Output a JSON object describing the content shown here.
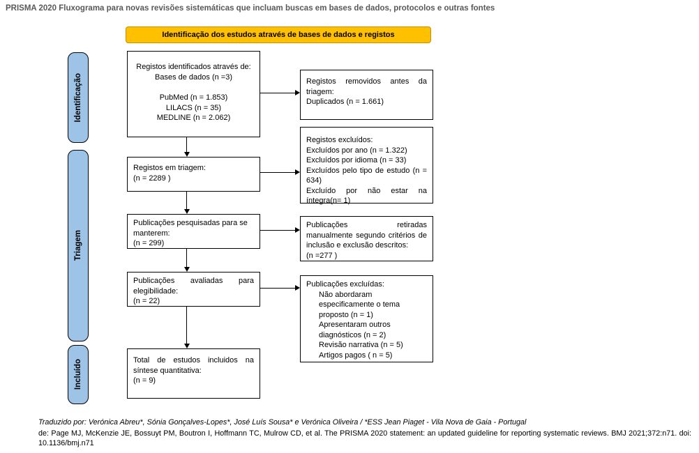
{
  "page": {
    "title": "PRISMA 2020 Fluxograma para novas revisões sistemáticas que incluam buscas em bases de dados, protocolos e outras fontes"
  },
  "colors": {
    "banner_bg": "#FFC000",
    "banner_border": "#BF9000",
    "phase_bg": "#9DC3E6"
  },
  "banner": {
    "label": "Identificação dos estudos através de bases de dados e registos"
  },
  "phases": [
    "Identificação",
    "Triagem",
    "Incluído"
  ],
  "flow": {
    "identification": {
      "line1": "Registos identificados através de:",
      "line2": "Bases de dados (n =3)",
      "line3": "PubMed (n = 1.853)",
      "line4": "LILACS (n = 35)",
      "line5": "MEDLINE (n = 2.062)"
    },
    "screening": {
      "line1": "Registos em triagem:",
      "line2": "(n = 2289 )"
    },
    "sought": {
      "line1": "Publicações pesquisadas para se manterem:",
      "line2": "(n = 299)"
    },
    "eligibility": {
      "line1": "Publicações avaliadas para elegibilidade:",
      "line2": "(n = 22)"
    },
    "included": {
      "line1": "Total de estudos incluidos na síntese quantitativa:",
      "line2": "(n = 9)"
    }
  },
  "exclusions": {
    "removed_before_screening": {
      "line1": "Registos removidos antes da triagem:",
      "line2": "Duplicados (n = 1.661)"
    },
    "records_excluded": {
      "title": "Registos excluídos:",
      "items": [
        "Excluídos por ano (n = 1.322)",
        "Excluídos por idioma (n = 33)",
        "Excluídos pelo tipo de estudo (n = 634)",
        "Excluído por não estar na íntegra(n= 1)"
      ]
    },
    "manually_removed": {
      "line1": "Publicações retiradas manualmente segundo critérios de inclusão e exclusão descritos:",
      "line2": "(n =277 )"
    },
    "publications_excluded": {
      "title": "Publicações excluídas:",
      "items": [
        "Não abordaram especificamente o tema proposto (n = 1)",
        "Apresentaram outros diagnósticos (n = 2)",
        "Revisão narrativa (n = 5)",
        "Artigos pagos ( n = 5)"
      ]
    }
  },
  "footer": {
    "line1": "Traduzido por: Verónica Abreu*, Sónia Gonçalves-Lopes*, José Luís Sousa* e Verónica Oliveira / *ESS Jean Piaget - Vila Nova de Gaia - Portugal",
    "line2": "de: Page MJ, McKenzie JE, Bossuyt PM, Boutron I, Hoffmann TC, Mulrow CD, et al. The PRISMA 2020 statement: an updated guideline for reporting systematic reviews. BMJ 2021;372:n71. doi: 10.1136/bmj.n71"
  }
}
